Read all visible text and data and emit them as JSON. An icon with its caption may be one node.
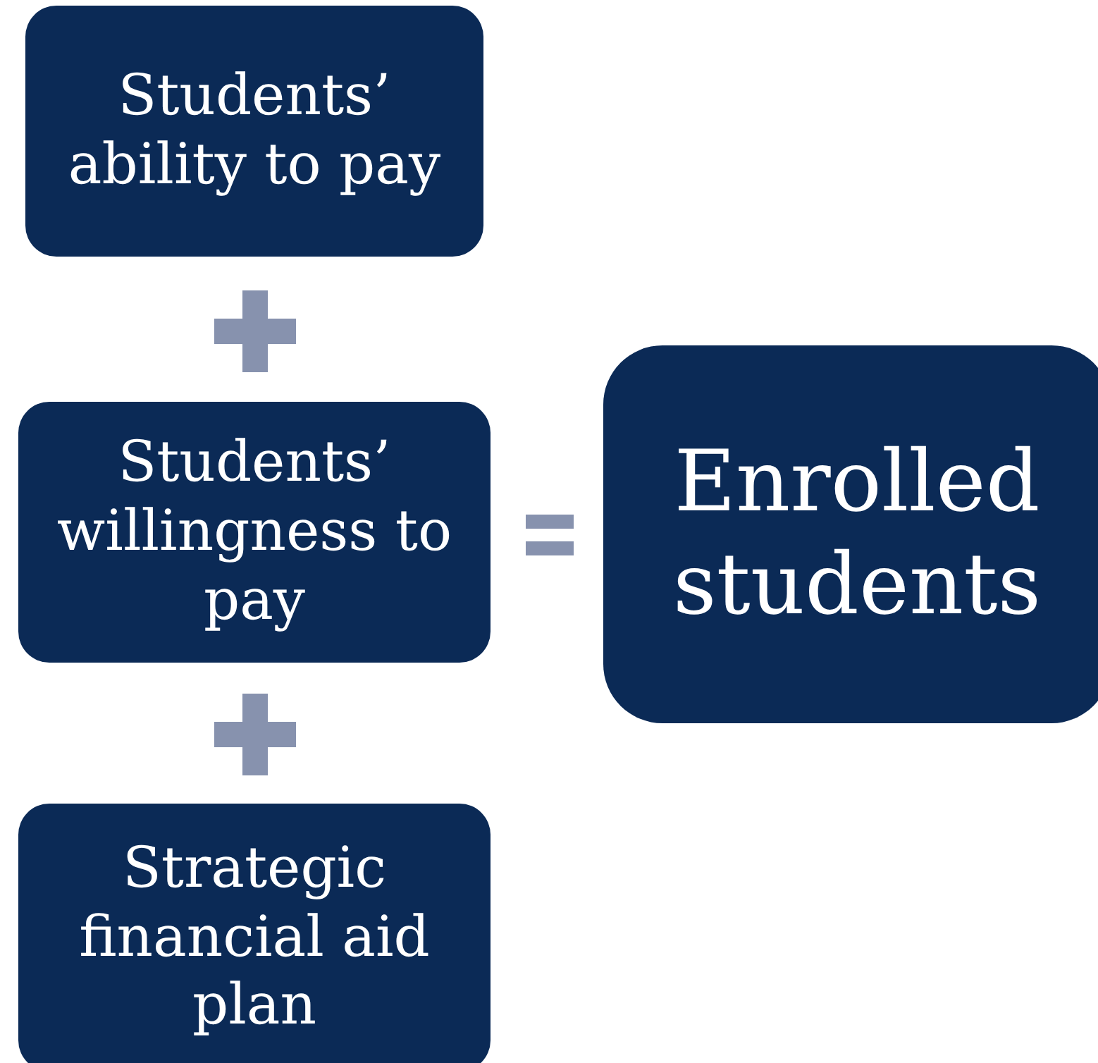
{
  "diagram": {
    "nodes": [
      {
        "text": [
          "Students’ ability to pay"
        ]
      },
      {
        "text": [
          "Students’ willingness to pay"
        ]
      },
      {
        "text": [
          "Strategic financial aid plan"
        ]
      },
      {
        "text": [
          "Enrolled students"
        ]
      }
    ]
  }
}
